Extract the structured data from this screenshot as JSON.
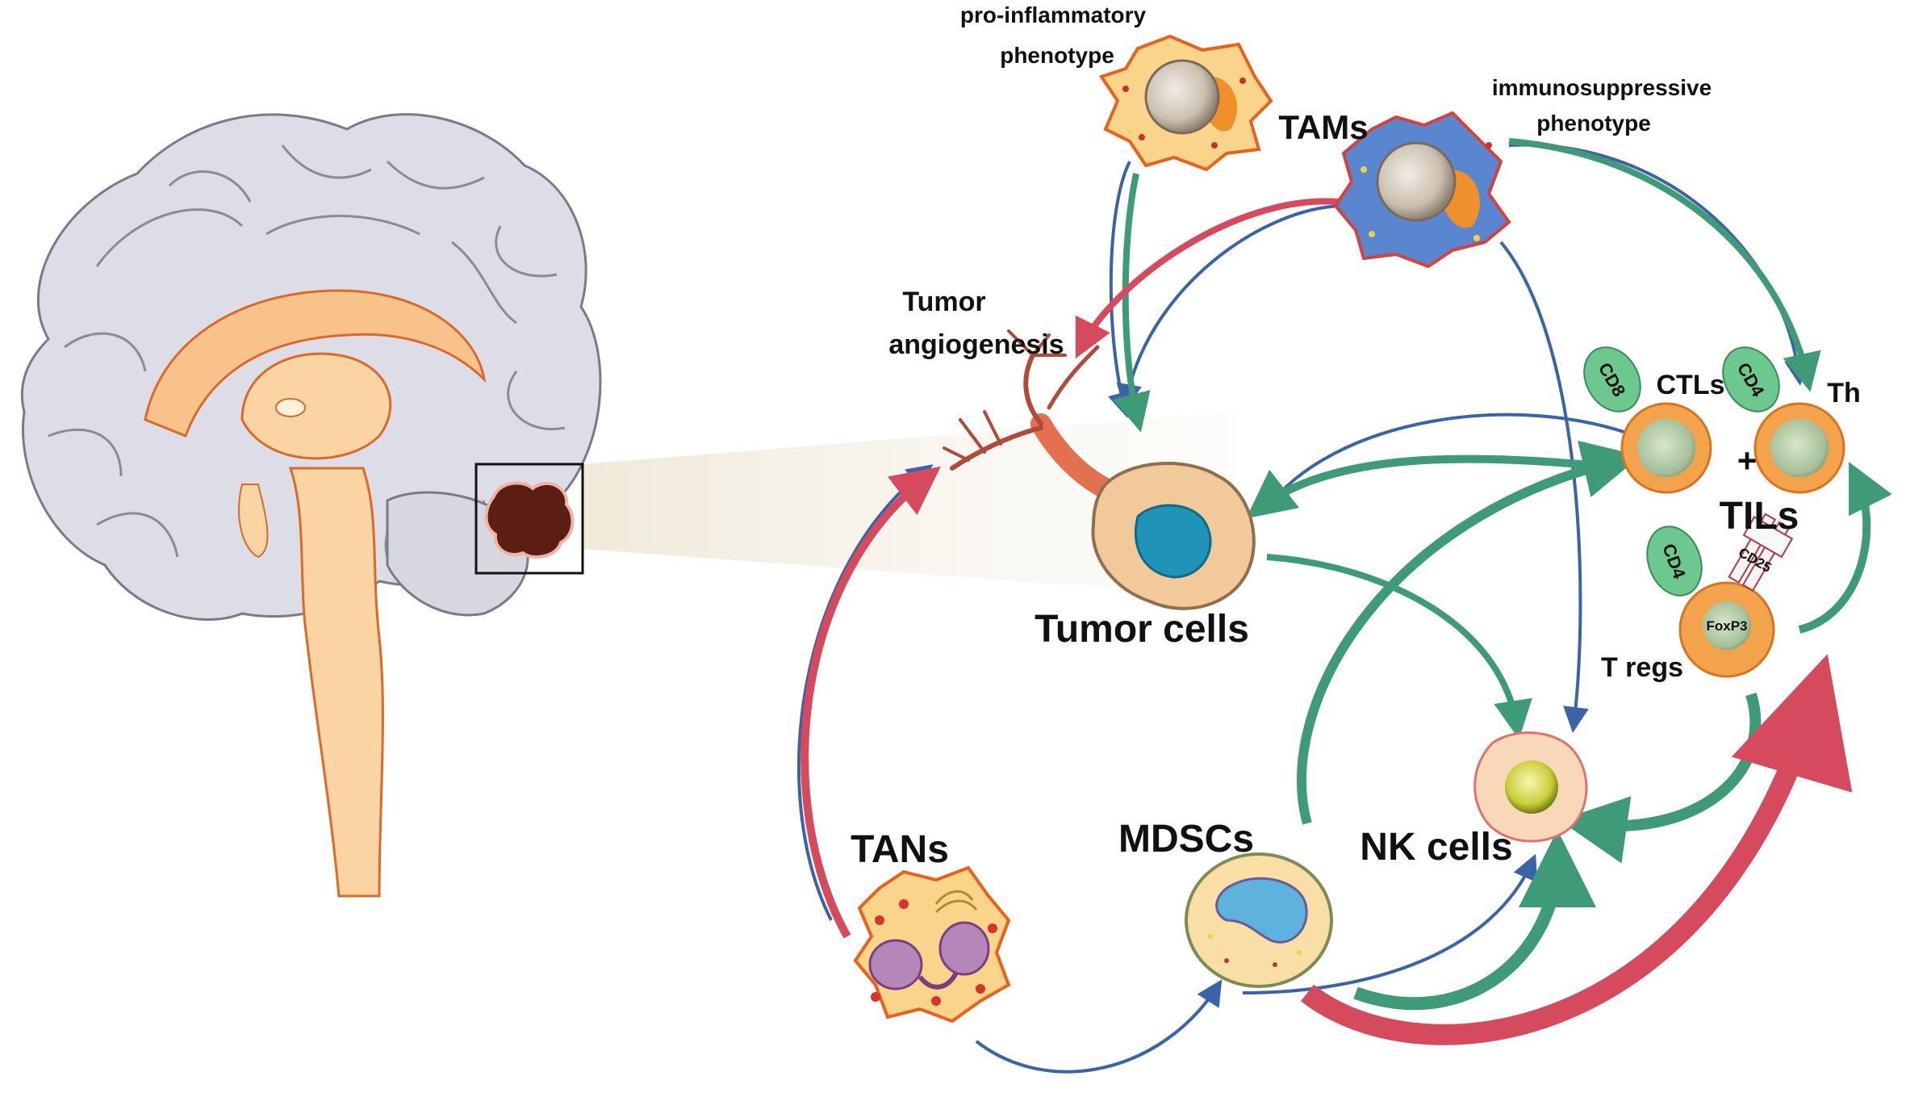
{
  "labels": {
    "pro_inflammatory_line1": "pro-inflammatory",
    "pro_inflammatory_line2": "phenotype",
    "immunosuppressive_line1": "immunosuppressive",
    "immunosuppressive_line2": "phenotype",
    "tams": "TAMs",
    "tumor_angiogenesis_line1": "Tumor",
    "tumor_angiogenesis_line2": "angiogenesis",
    "tumor_cells": "Tumor cells",
    "ctls": "CTLs",
    "th": "Th",
    "plus": "+",
    "tils": "TILs",
    "t_regs": "T regs",
    "nk_cells": "NK cells",
    "mdscs": "MDSCs",
    "tans": "TANs",
    "cd8": "CD8",
    "cd4_th": "CD4",
    "cd4_treg": "CD4",
    "cd25": "CD25",
    "foxp3": "FoxP3"
  },
  "colors": {
    "blue_arrow": "#3a63a8",
    "green_arrow": "#3f9a78",
    "red_arrow": "#d54a5c",
    "brain_gray": "#dcdde6",
    "brain_outline": "#7a7a88",
    "brain_core": "#f7c38a",
    "tumor_brown": "#5a1e12",
    "t_cell_orange": "#f3a34c",
    "receptor_green": "#6cc88e"
  }
}
